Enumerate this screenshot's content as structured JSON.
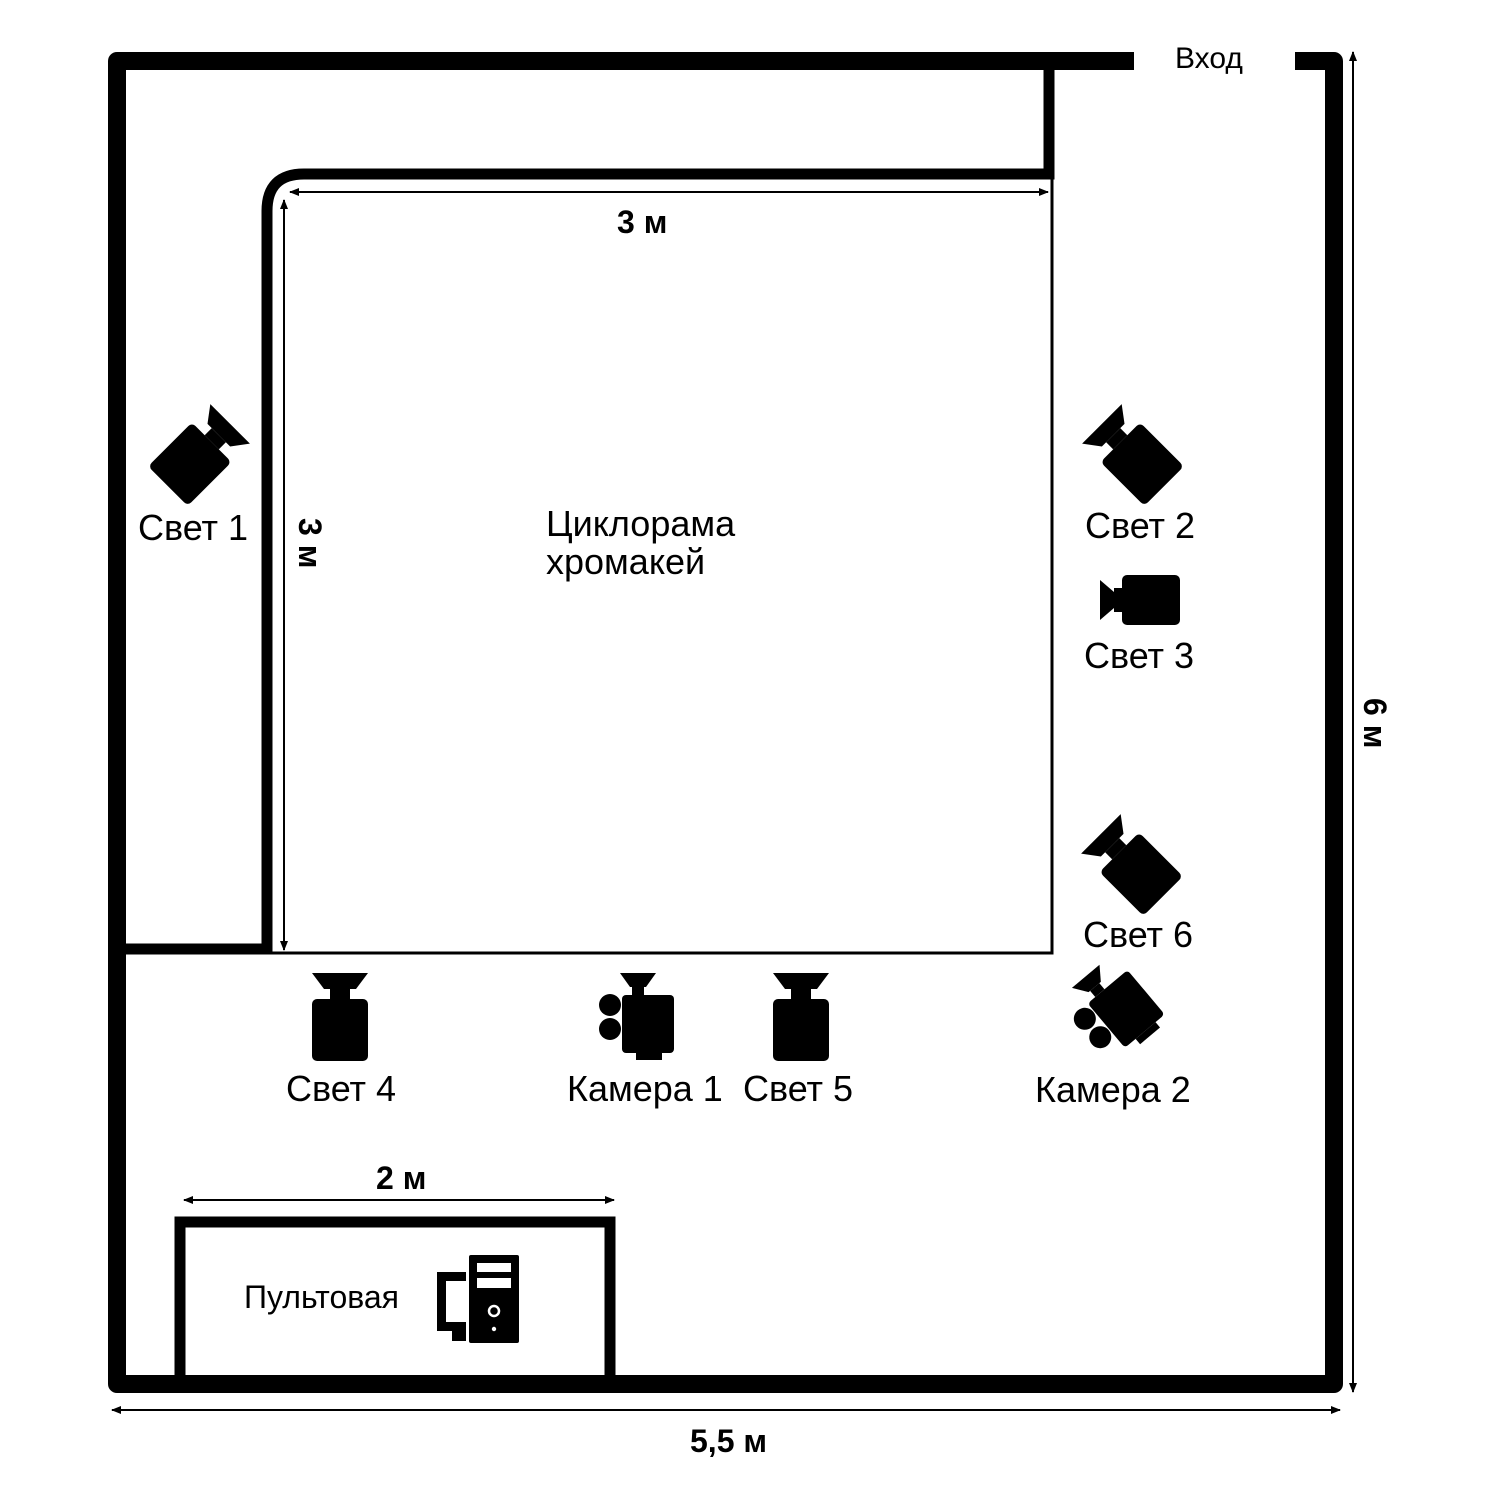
{
  "entrance_label": "Вход",
  "cyclorama": {
    "line1": "Циклорама",
    "line2": "хромакей"
  },
  "control_room": {
    "label": "Пультовая",
    "icon": "computer-icon"
  },
  "dimensions": {
    "cyclorama_width": "3 м",
    "cyclorama_depth": "3 м",
    "room_width": "5,5 м",
    "room_depth": "6 м",
    "control_room_width": "2 м"
  },
  "equipment": [
    {
      "id": "svet-1",
      "label": "Свет 1",
      "icon": "light-icon"
    },
    {
      "id": "svet-2",
      "label": "Свет 2",
      "icon": "light-icon"
    },
    {
      "id": "svet-3",
      "label": "Свет 3",
      "icon": "light-icon"
    },
    {
      "id": "svet-4",
      "label": "Свет 4",
      "icon": "light-icon"
    },
    {
      "id": "svet-5",
      "label": "Свет 5",
      "icon": "light-icon"
    },
    {
      "id": "svet-6",
      "label": "Свет 6",
      "icon": "light-icon"
    },
    {
      "id": "kamera-1",
      "label": "Камера 1",
      "icon": "camera-icon"
    },
    {
      "id": "kamera-2",
      "label": "Камера 2",
      "icon": "camera-icon"
    }
  ]
}
